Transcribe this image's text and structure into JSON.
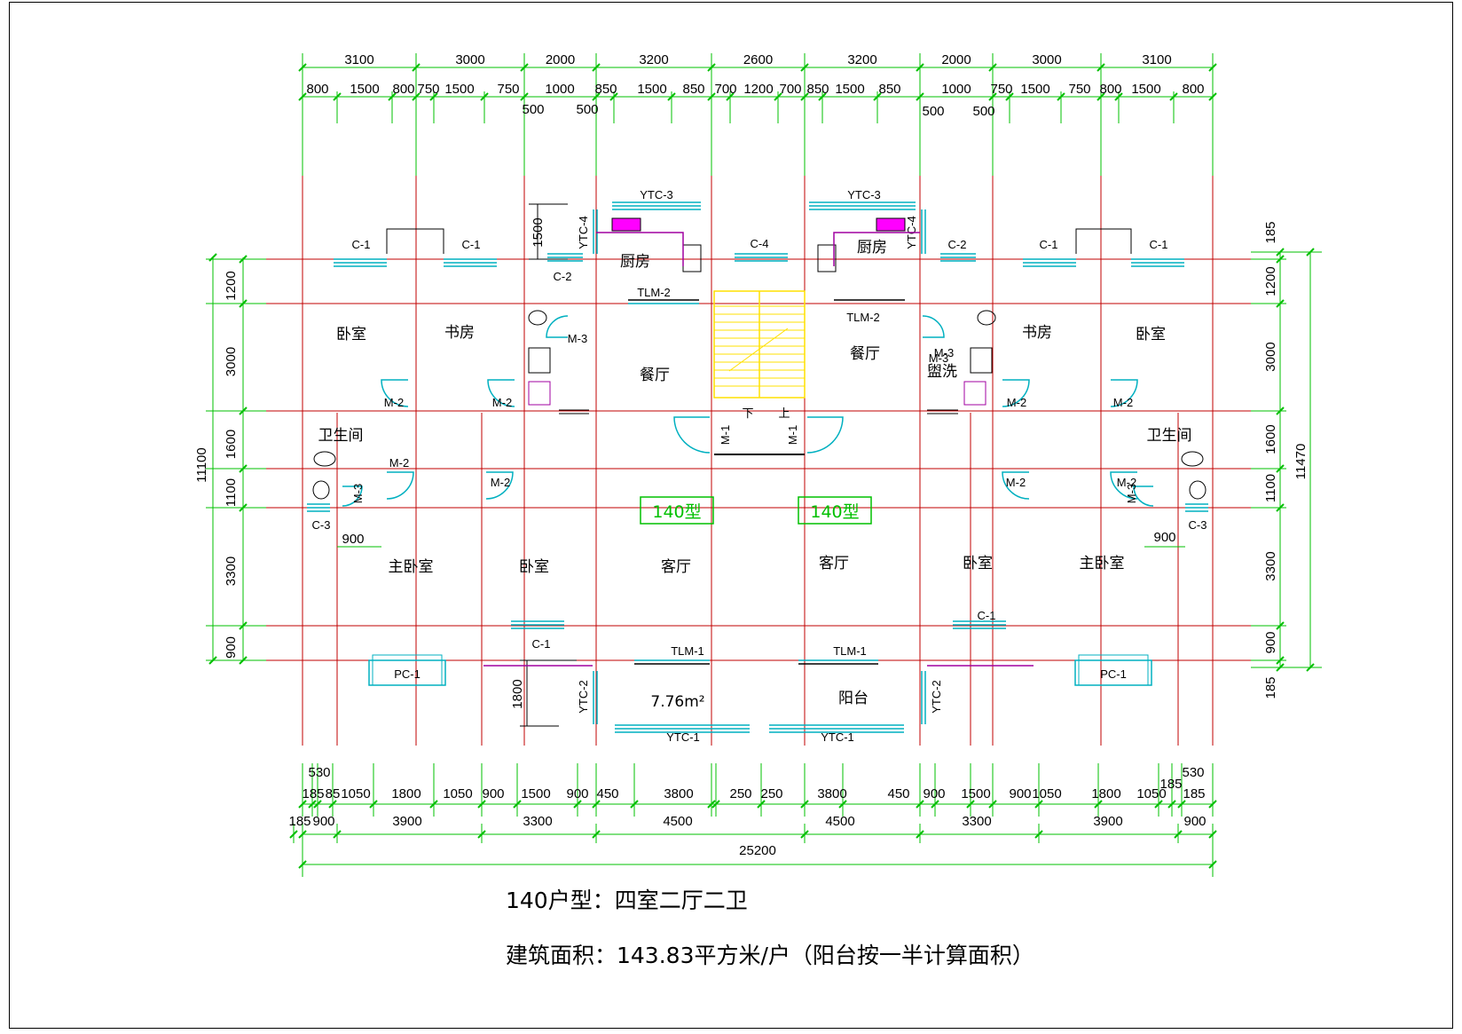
{
  "plan": {
    "dims_top_row1": [
      "3100",
      "3000",
      "2000",
      "3200",
      "2600",
      "3200",
      "2000",
      "3000",
      "3100"
    ],
    "dims_top_row2": [
      "800",
      "1500",
      "800",
      "750",
      "1500",
      "750",
      "1000",
      "850",
      "1500",
      "850",
      "700",
      "1200",
      "700",
      "850",
      "1500",
      "850",
      "1000",
      "750",
      "1500",
      "750",
      "800",
      "1500",
      "800"
    ],
    "dims_top_row3": [
      "500",
      "500",
      "500",
      "500"
    ],
    "dims_left": [
      "1200",
      "3000",
      "1600",
      "1100",
      "3300",
      "900"
    ],
    "dim_left_total": "11100",
    "dims_right": [
      "185",
      "1200",
      "3000",
      "1600",
      "1100",
      "3300",
      "900",
      "185"
    ],
    "dim_right_total": "11470",
    "dims_bottom_row1": [
      "530",
      "185",
      "85",
      "1050",
      "1800",
      "1050",
      "900",
      "1500",
      "900",
      "450",
      "3800",
      "250",
      "250",
      "3800",
      "450",
      "900",
      "1500",
      "900",
      "1050",
      "1800",
      "1050",
      "185",
      "185",
      "530"
    ],
    "dims_bottom_row2": [
      "185",
      "900",
      "3900",
      "3300",
      "4500",
      "4500",
      "3300",
      "3900",
      "900"
    ],
    "dim_bottom_total": "25200",
    "side_dims": [
      "1500",
      "1800"
    ],
    "rooms": {
      "bedroom": "卧室",
      "study": "书房",
      "kitchen": "厨房",
      "dining": "餐厅",
      "bath": "卫生间",
      "master": "主卧室",
      "living": "客厅",
      "balcony": "阳台",
      "wash": "盥洗",
      "balcony_area": "7.76m²"
    },
    "tags": {
      "c1": "C-1",
      "c2": "C-2",
      "c3": "C-3",
      "c4": "C-4",
      "m1": "M-1",
      "m2": "M-2",
      "m3": "M-3",
      "ytc1": "YTC-1",
      "ytc2": "YTC-2",
      "ytc3": "YTC-3",
      "ytc4": "YTC-4",
      "tlm1": "TLM-1",
      "tlm2": "TLM-2",
      "pc1": "PC-1",
      "up": "下",
      "down": "上"
    },
    "unit_type_left": "140型",
    "unit_type_right": "140型",
    "dim_900": "900"
  },
  "caption": {
    "line1": "140户型：四室二厅二卫",
    "line2": "建筑面积：143.83平方米/户（阳台按一半计算面积）"
  },
  "colors": {
    "axis": "#c00000",
    "dim": "#00c000",
    "window": "#00b0c0",
    "stair": "#ffe000",
    "fixture": "#a000a0"
  }
}
